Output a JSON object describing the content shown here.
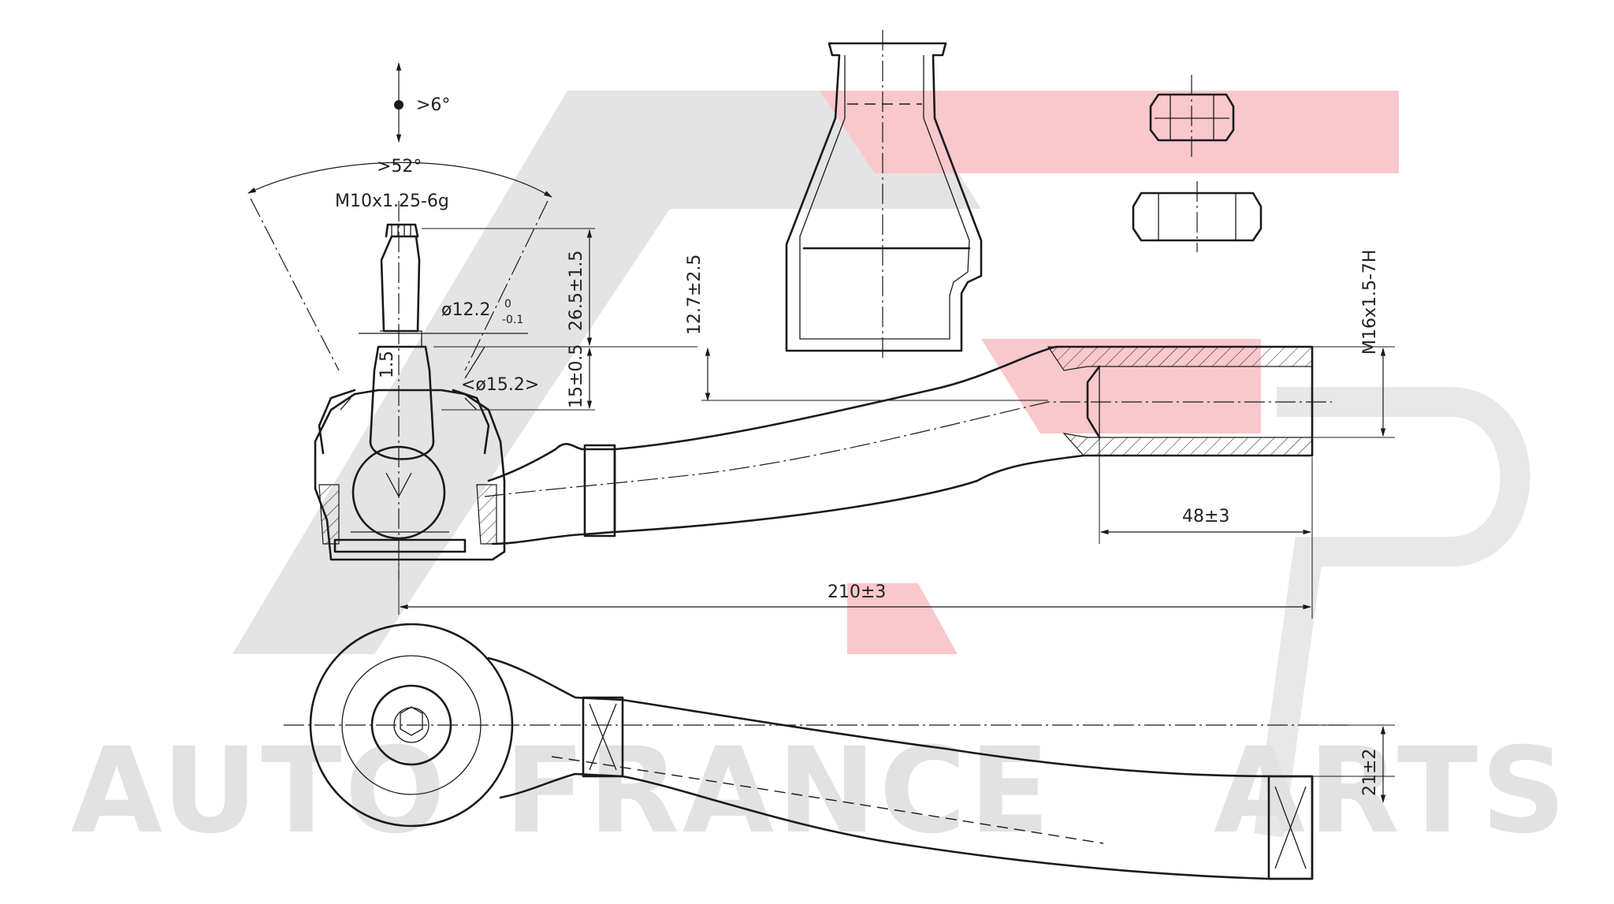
{
  "watermark": {
    "text_part1": "AUTO",
    "text_part2": "FRANCE",
    "text_part3": "ARTS",
    "letter_accent": "F",
    "letter_accent2": "P",
    "colors": {
      "grey": "#e4e4e4",
      "red": "#f9c8cc"
    }
  },
  "dimensions": {
    "tilt_angle": ">6°",
    "swivel_angle": ">52°",
    "stud_thread": "M10x1.25-6g",
    "taper_dia": "ø12.2",
    "taper_tol_upper": "0",
    "taper_tol_lower": "-0.1",
    "stud_height": "26.5±1.5",
    "taper_length": "1.5",
    "boot_dia": "<ø15.2>",
    "seat_height": "15±0.5",
    "offset_height": "12.7±2.5",
    "inner_thread": "M16x1.5-7H",
    "thread_depth": "48±3",
    "overall_length": "210±3",
    "wrench_flat": "21±2"
  },
  "colors": {
    "line": "#1a1a1a",
    "hatch": "#1a1a1a"
  }
}
